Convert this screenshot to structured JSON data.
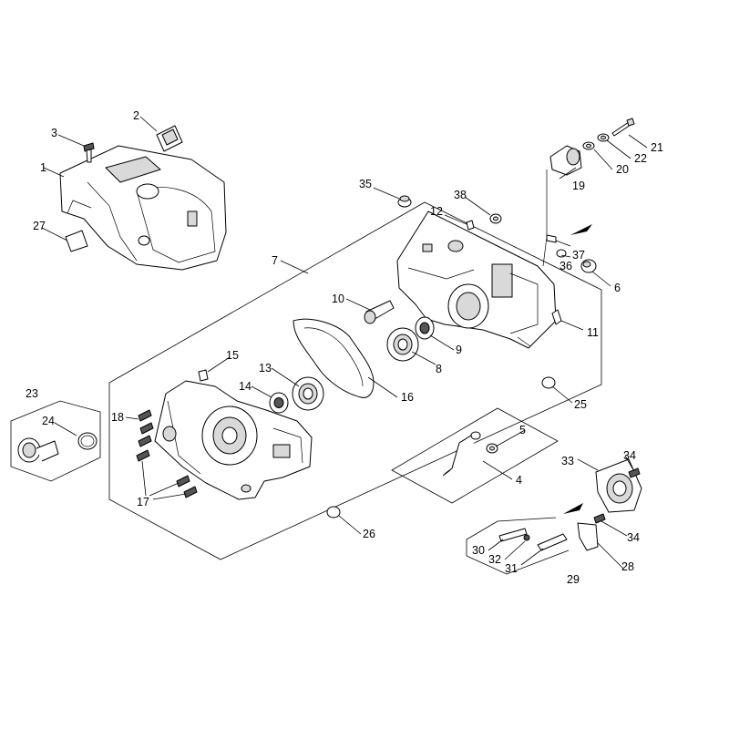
{
  "diagram": {
    "labels": [
      "1",
      "2",
      "3",
      "4",
      "5",
      "6",
      "7",
      "8",
      "9",
      "10",
      "11",
      "12",
      "13",
      "14",
      "15",
      "16",
      "17",
      "18",
      "19",
      "20",
      "21",
      "22",
      "23",
      "24",
      "25",
      "26",
      "27",
      "28",
      "29",
      "30",
      "31",
      "32",
      "33",
      "34",
      "34",
      "35",
      "36",
      "37",
      "38"
    ]
  }
}
